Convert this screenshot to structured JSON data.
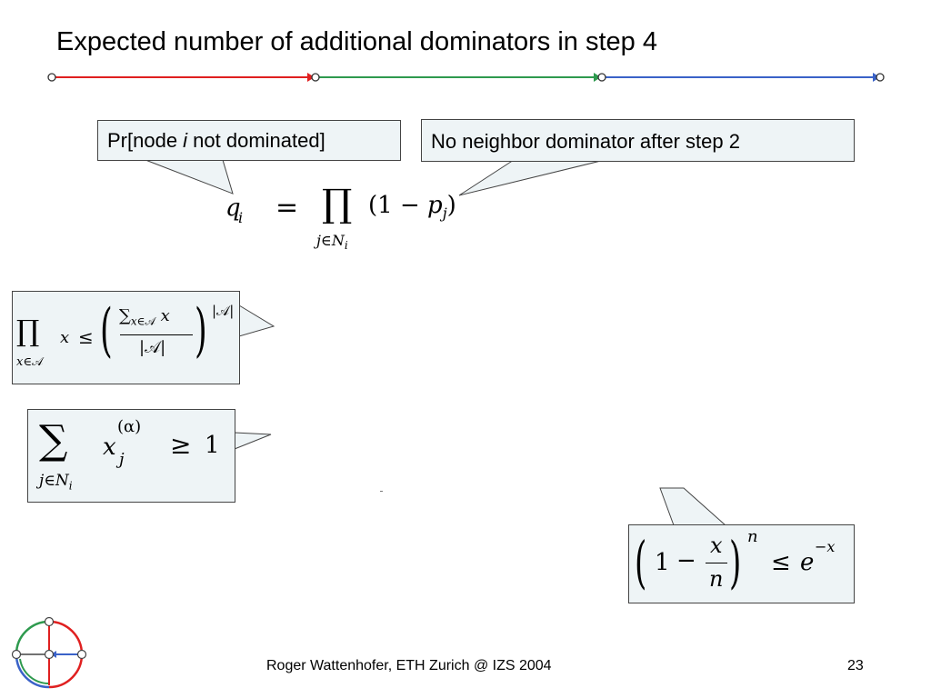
{
  "slide": {
    "title": "Expected number of additional dominators in step 4",
    "footer": "Roger Wattenhofer, ETH Zurich @ IZS 2004",
    "page_number": "23",
    "progress_colors": [
      "#e02020",
      "#2e9a4e",
      "#3a62c8"
    ]
  },
  "callouts": {
    "not_dominated": {
      "prefix": "Pr[node ",
      "var": "i",
      "suffix": " not dominated]"
    },
    "no_neighbor": "No neighbor dominator after step 2"
  },
  "formulas": {
    "main": {
      "lhs_base": "q",
      "lhs_sub": "i",
      "equals": "=",
      "op": "∏",
      "op_sub_var": "j",
      "op_sub_in": "∈",
      "op_sub_set": "N",
      "op_sub_set_sub": "i",
      "paren_open": "(",
      "one": "1",
      "minus": "−",
      "p": "p",
      "p_sub": "j",
      "paren_close": ")"
    },
    "am_gm": {
      "prod": "∏",
      "prod_sub_var": "x",
      "prod_sub_in": "∈",
      "prod_sub_set": "𝒜",
      "x": "x",
      "leq": "≤",
      "sum": "∑",
      "sum_sub_var": "x",
      "sum_sub_in": "∈",
      "sum_sub_set": "𝒜",
      "sum_x": "x",
      "denominator": "|𝒜|",
      "exponent": "|𝒜|",
      "lparen": "(",
      "rparen": ")"
    },
    "sum_ineq": {
      "sum": "∑",
      "sub_var": "j",
      "sub_in": "∈",
      "sub_set": "N",
      "sub_set_sub": "i",
      "x": "x",
      "x_sub": "j",
      "x_sup": "(α)",
      "geq": "≥",
      "one": "1"
    },
    "exp_bound": {
      "lparen": "(",
      "one": "1",
      "minus": "−",
      "num": "x",
      "den": "n",
      "rparen": ")",
      "exp": "n",
      "leq": "≤",
      "e": "e",
      "e_exp": "−x"
    }
  }
}
